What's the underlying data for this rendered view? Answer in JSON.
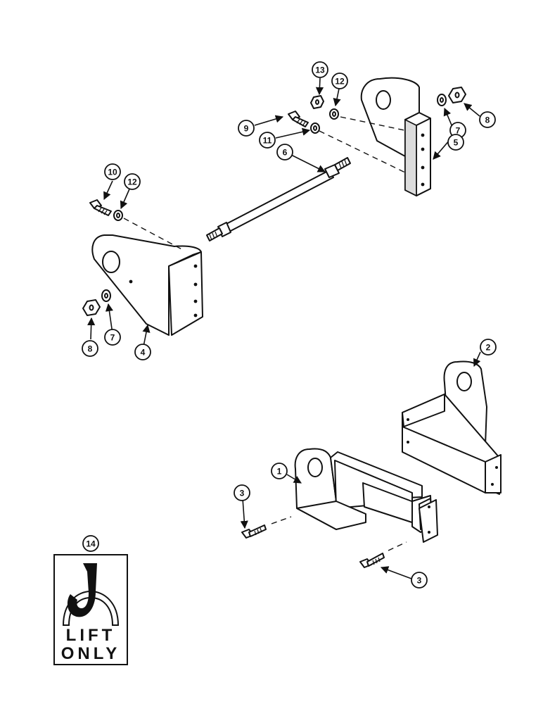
{
  "callouts": {
    "c1": "1",
    "c2": "2",
    "c3a": "3",
    "c3b": "3",
    "c4": "4",
    "c5": "5",
    "c6": "6",
    "c7a": "7",
    "c7b": "7",
    "c8a": "8",
    "c8b": "8",
    "c9": "9",
    "c10": "10",
    "c11": "11",
    "c12a": "12",
    "c12b": "12",
    "c13": "13",
    "c14": "14"
  },
  "decal": {
    "line1": "LIFT",
    "line2": "ONLY"
  }
}
